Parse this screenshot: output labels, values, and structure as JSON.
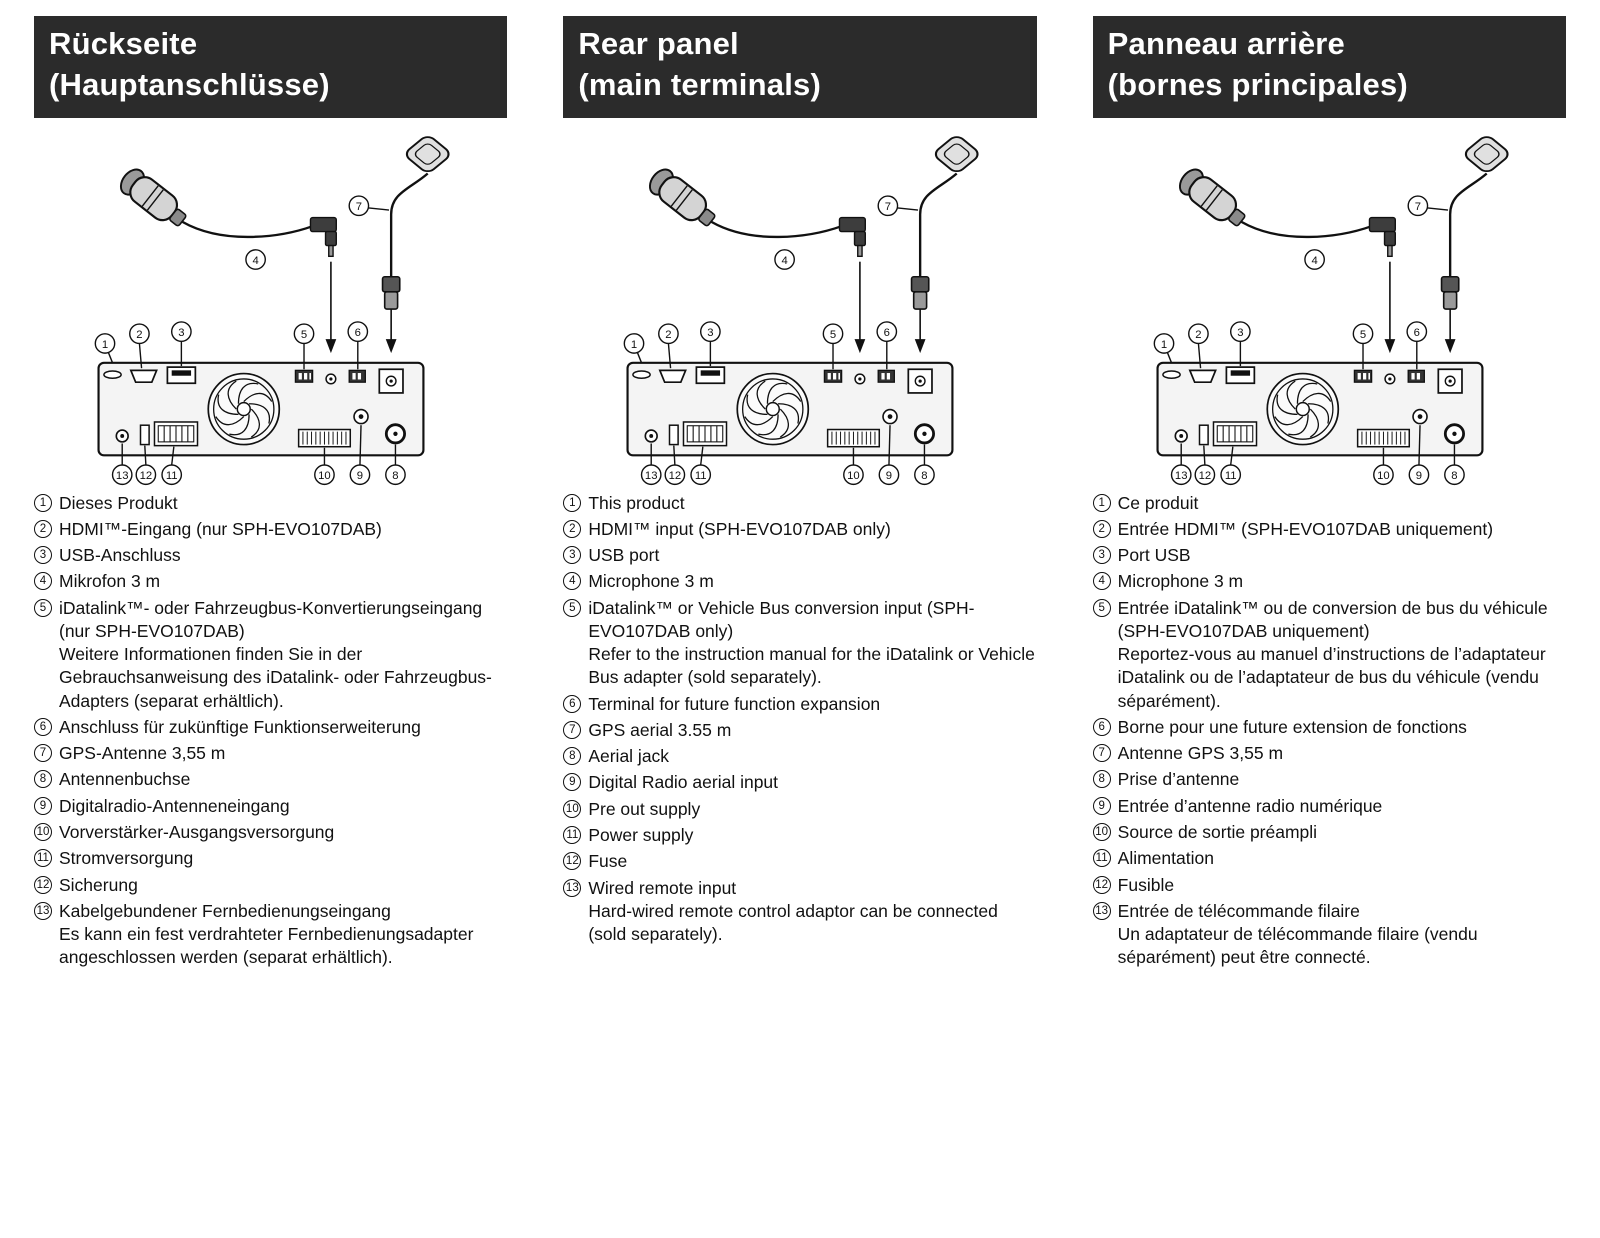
{
  "colors": {
    "header_bg": "#2b2b2b",
    "header_text": "#ffffff",
    "line": "#111111"
  },
  "diagram_callouts": [
    "1",
    "2",
    "3",
    "4",
    "5",
    "6",
    "7",
    "8",
    "9",
    "10",
    "11",
    "12",
    "13"
  ],
  "columns": [
    {
      "lang": "german",
      "title_line1": "Rückseite",
      "title_line2": "(Hauptanschlüsse)",
      "items": [
        {
          "num": "1",
          "text": "Dieses Produkt"
        },
        {
          "num": "2",
          "text": "HDMI™-Eingang (nur SPH-EVO107DAB)"
        },
        {
          "num": "3",
          "text": "USB-Anschluss"
        },
        {
          "num": "4",
          "text": "Mikrofon 3 m"
        },
        {
          "num": "5",
          "text": "iDatalink™- oder Fahrzeugbus-Konvertierungseingang (nur SPH-EVO107DAB)",
          "note": "Weitere Informationen finden Sie in der Gebrauchsanweisung des iDatalink- oder Fahrzeugbus-Adapters (separat erhältlich)."
        },
        {
          "num": "6",
          "text": "Anschluss für zukünftige Funktionserweiterung"
        },
        {
          "num": "7",
          "text": "GPS-Antenne 3,55 m"
        },
        {
          "num": "8",
          "text": "Antennenbuchse"
        },
        {
          "num": "9",
          "text": "Digitalradio-Antenneneingang"
        },
        {
          "num": "10",
          "text": "Vorverstärker-Ausgangsversorgung"
        },
        {
          "num": "11",
          "text": "Stromversorgung"
        },
        {
          "num": "12",
          "text": "Sicherung"
        },
        {
          "num": "13",
          "text": "Kabelgebundener Fernbedienungseingang",
          "note": "Es kann ein fest verdrahteter Fernbedienungsadapter angeschlossen werden (separat erhältlich)."
        }
      ]
    },
    {
      "lang": "english",
      "title_line1": "Rear panel",
      "title_line2": "(main terminals)",
      "items": [
        {
          "num": "1",
          "text": "This product"
        },
        {
          "num": "2",
          "text": "HDMI™ input (SPH-EVO107DAB only)"
        },
        {
          "num": "3",
          "text": "USB port"
        },
        {
          "num": "4",
          "text": "Microphone 3 m"
        },
        {
          "num": "5",
          "text": "iDatalink™ or Vehicle Bus conversion input (SPH-EVO107DAB only)",
          "note": "Refer to the instruction manual for the iDatalink or Vehicle Bus adapter (sold separately)."
        },
        {
          "num": "6",
          "text": "Terminal for future function expansion"
        },
        {
          "num": "7",
          "text": "GPS aerial 3.55 m"
        },
        {
          "num": "8",
          "text": "Aerial jack"
        },
        {
          "num": "9",
          "text": "Digital Radio aerial input"
        },
        {
          "num": "10",
          "text": "Pre out supply"
        },
        {
          "num": "11",
          "text": "Power supply"
        },
        {
          "num": "12",
          "text": "Fuse"
        },
        {
          "num": "13",
          "text": "Wired remote input",
          "note": "Hard-wired remote control adaptor can be connected (sold separately)."
        }
      ]
    },
    {
      "lang": "french",
      "title_line1": "Panneau arrière",
      "title_line2": "(bornes principales)",
      "items": [
        {
          "num": "1",
          "text": "Ce produit"
        },
        {
          "num": "2",
          "text": "Entrée HDMI™ (SPH-EVO107DAB uniquement)"
        },
        {
          "num": "3",
          "text": "Port USB"
        },
        {
          "num": "4",
          "text": "Microphone 3 m"
        },
        {
          "num": "5",
          "text": "Entrée iDatalink™ ou de conversion de bus du véhicule (SPH-EVO107DAB uniquement)",
          "note": "Reportez-vous au manuel d’instructions de l’adaptateur iDatalink ou de l’adaptateur de bus du véhicule (vendu séparément)."
        },
        {
          "num": "6",
          "text": "Borne pour une future extension de fonctions"
        },
        {
          "num": "7",
          "text": "Antenne GPS 3,55 m"
        },
        {
          "num": "8",
          "text": "Prise d’antenne"
        },
        {
          "num": "9",
          "text": "Entrée d’antenne radio numérique"
        },
        {
          "num": "10",
          "text": "Source de sortie préampli"
        },
        {
          "num": "11",
          "text": "Alimentation"
        },
        {
          "num": "12",
          "text": "Fusible"
        },
        {
          "num": "13",
          "text": "Entrée de télécommande filaire",
          "note": "Un adaptateur de télécommande filaire (vendu séparément) peut être connecté."
        }
      ]
    }
  ]
}
